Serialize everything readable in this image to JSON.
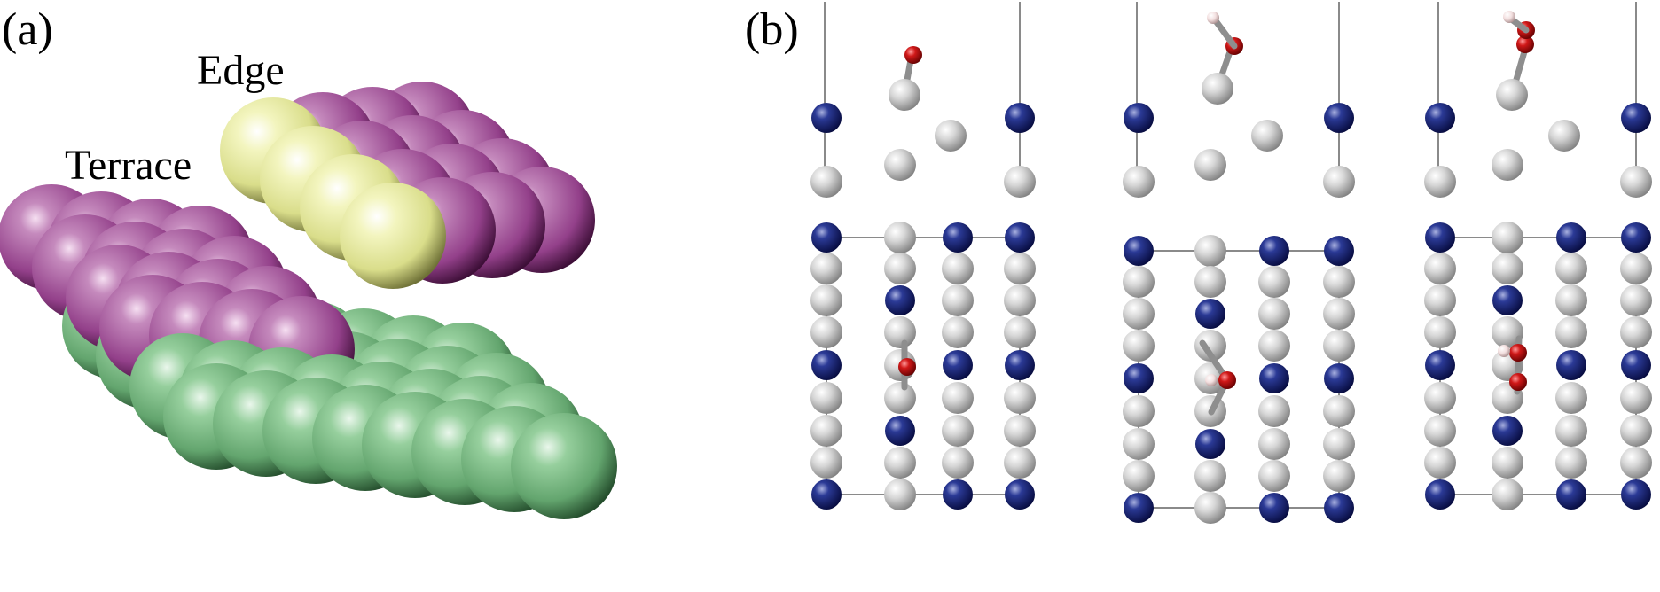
{
  "panel_a": {
    "label": "(a)",
    "edge_label": "Edge",
    "terrace_label": "Terrace"
  },
  "panel_b": {
    "label": "(b)"
  },
  "colors": {
    "terrace_atom": "#9b4f92",
    "edge_atom": "#e6ea9c",
    "substrate_atom": "#6fb27c",
    "dark_atom": "#14206e",
    "light_atom": "#c8c8c8",
    "oxygen_atom": "#cc1010",
    "hydrogen_atom": "#f0d8d8",
    "cell_line": "#8a8a8a"
  }
}
